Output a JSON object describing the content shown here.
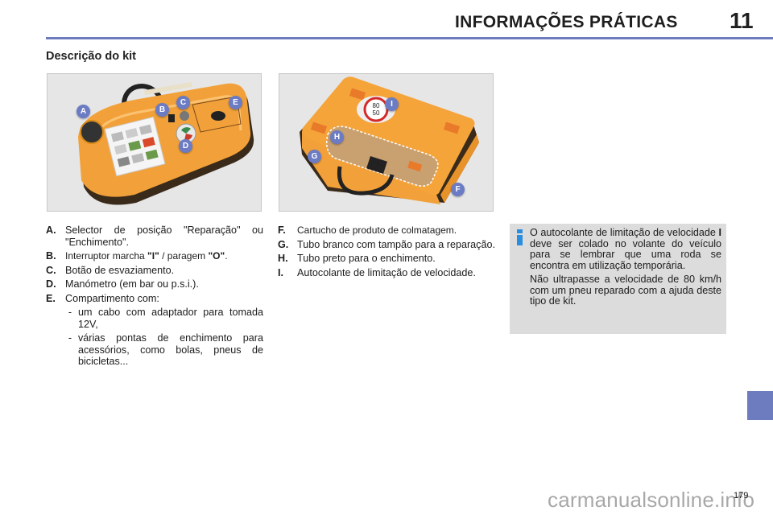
{
  "header": {
    "title": "INFORMAÇÕES PRÁTICAS",
    "chapter_number": "11",
    "rule_color": "#6c7cbf"
  },
  "section": {
    "title": "Descrição do kit"
  },
  "figures": [
    {
      "name": "compressor-top-view",
      "labels": [
        "A",
        "B",
        "C",
        "D",
        "E"
      ]
    },
    {
      "name": "kit-case-underside-view",
      "labels": [
        "I",
        "H",
        "G",
        "F"
      ],
      "speed_sticker": {
        "top": "80",
        "bottom": "50"
      }
    }
  ],
  "list_left": [
    {
      "key": "A.",
      "text": "Selector de posição \"Reparação\" ou \"Enchimento\"."
    },
    {
      "key": "B.",
      "text_parts": [
        "Interruptor marcha ",
        "\"I\"",
        " / paragem ",
        "\"O\"",
        "."
      ]
    },
    {
      "key": "C.",
      "text": "Botão de esvaziamento."
    },
    {
      "key": "D.",
      "text": "Manómetro (em bar ou p.s.i.)."
    },
    {
      "key": "E.",
      "text": "Compartimento com:",
      "sub_items": [
        {
          "dash": "-",
          "text": "um cabo com adaptador para tomada 12V,"
        },
        {
          "dash": "-",
          "text": "várias pontas de enchimento para acessórios, como bolas, pneus de bicicletas..."
        }
      ]
    }
  ],
  "list_right": [
    {
      "key": "F.",
      "text": "Cartucho de produto de colmatagem."
    },
    {
      "key": "G.",
      "text": "Tubo branco com tampão para a reparação."
    },
    {
      "key": "H.",
      "text": "Tubo preto para o enchimento."
    },
    {
      "key": "I.",
      "text": "Autocolante de limitação de velocidade."
    }
  ],
  "info_box": {
    "icon": "info-icon",
    "paragraph1_parts": [
      "O autocolante de limitação de velocidade ",
      "I",
      " deve ser colado no volante do veículo para se lembrar que uma roda se encontra em utilização temporária."
    ],
    "paragraph2": "Não ultrapasse a velocidade de 80 km/h com um pneu reparado com a ajuda deste tipo de kit.",
    "background": "#dcdcdc",
    "icon_color": "#2a8ee0"
  },
  "footer": {
    "page_number": "179",
    "watermark": "carmanualsonline.info",
    "side_tab_color": "#6c7cbf"
  }
}
